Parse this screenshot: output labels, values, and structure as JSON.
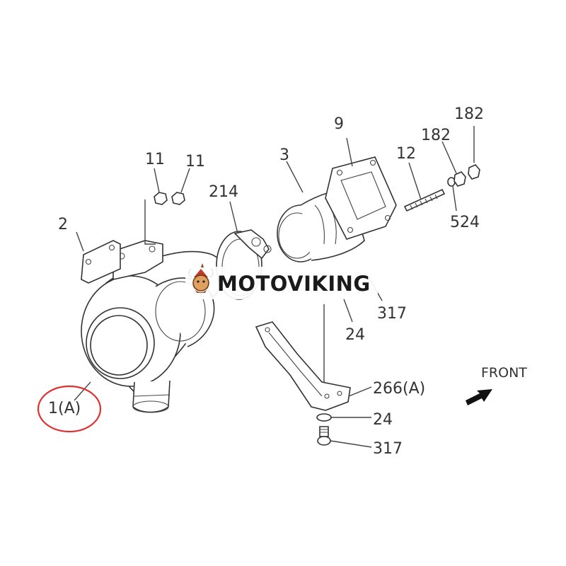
{
  "diagram": {
    "labels": {
      "p1": "1(A)",
      "p2": "2",
      "p3": "3",
      "p9": "9",
      "p11a": "11",
      "p11b": "11",
      "p12": "12",
      "p182a": "182",
      "p182b": "182",
      "p214": "214",
      "p524": "524",
      "p317a": "317",
      "p24a": "24",
      "p266": "266(A)",
      "p24b": "24",
      "p317b": "317"
    },
    "front_label": "FRONT",
    "highlight_color": "#e03030"
  },
  "watermark": {
    "text": "MOTOVIKING"
  }
}
